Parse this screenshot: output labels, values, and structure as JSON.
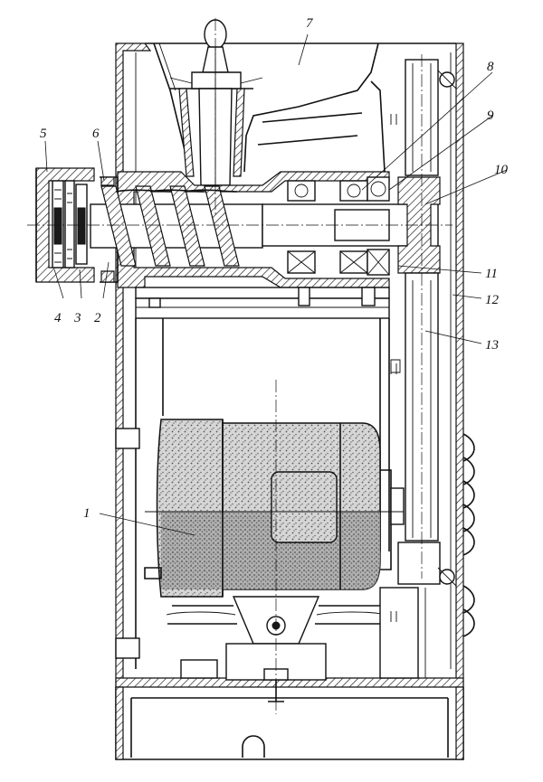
{
  "labels": {
    "l1": "1",
    "l2": "2",
    "l3": "3",
    "l4": "4",
    "l5": "5",
    "l6": "6",
    "l7": "7",
    "l8": "8",
    "l9": "9",
    "l10": "10",
    "l11": "11",
    "l12": "12",
    "l13": "13"
  },
  "colors": {
    "ink": "#111111",
    "paper": "#ffffff",
    "stipple": "#9a9a9a"
  }
}
